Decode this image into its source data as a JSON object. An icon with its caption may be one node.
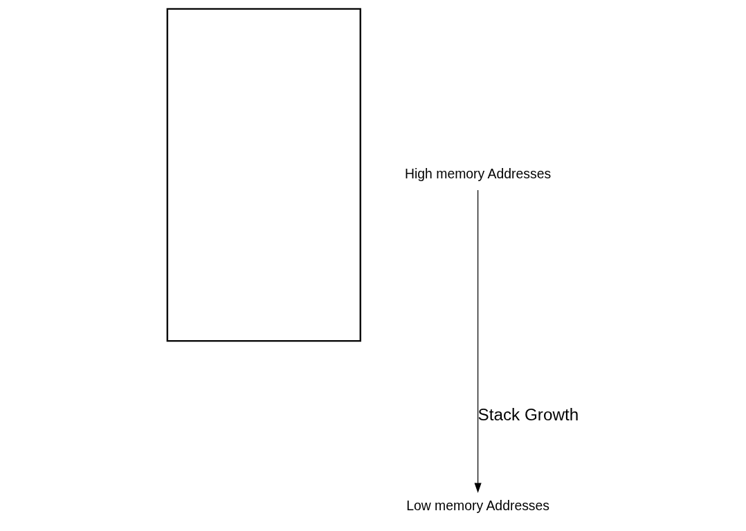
{
  "diagram": {
    "nodes": [
      {
        "text": [],
        "shape": "box"
      },
      {
        "text": [
          "High memory Addresses"
        ]
      },
      {
        "text": [
          "Low memory Addresses"
        ]
      }
    ],
    "edges": [
      {
        "from": 1,
        "to": 2,
        "arrow": "to",
        "label": "Stack Growth"
      }
    ]
  }
}
